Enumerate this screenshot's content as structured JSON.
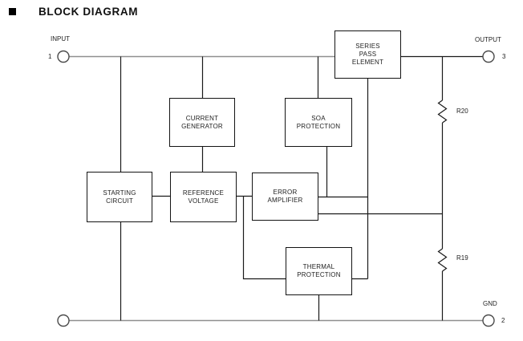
{
  "header": {
    "title": "BLOCK DIAGRAM"
  },
  "diagram": {
    "terminals": {
      "input": {
        "label": "INPUT",
        "pin": "1"
      },
      "output": {
        "label": "OUTPUT",
        "pin": "3"
      },
      "gnd": {
        "label": "GND",
        "pin": "2"
      }
    },
    "blocks": {
      "series_pass": {
        "line1": "SERIES",
        "line2": "PASS",
        "line3": "ELEMENT"
      },
      "current_generator": {
        "line1": "CURRENT",
        "line2": "GENERATOR"
      },
      "soa_protection": {
        "line1": "SOA",
        "line2": "PROTECTION"
      },
      "starting_circuit": {
        "line1": "STARTING",
        "line2": "CIRCUIT"
      },
      "reference_voltage": {
        "line1": "REFERENCE",
        "line2": "VOLTAGE"
      },
      "error_amplifier": {
        "line1": "ERROR",
        "line2": "AMPLIFIER"
      },
      "thermal_protection": {
        "line1": "THERMAL",
        "line2": "PROTECTION"
      }
    },
    "resistors": {
      "r20": {
        "label": "R20"
      },
      "r19": {
        "label": "R19"
      }
    },
    "colors": {
      "wire": "#1a1a1a",
      "rail": "#8f8f8f",
      "terminal_stroke": "#4a4a4a",
      "background": "#ffffff",
      "text": "#000000"
    }
  }
}
